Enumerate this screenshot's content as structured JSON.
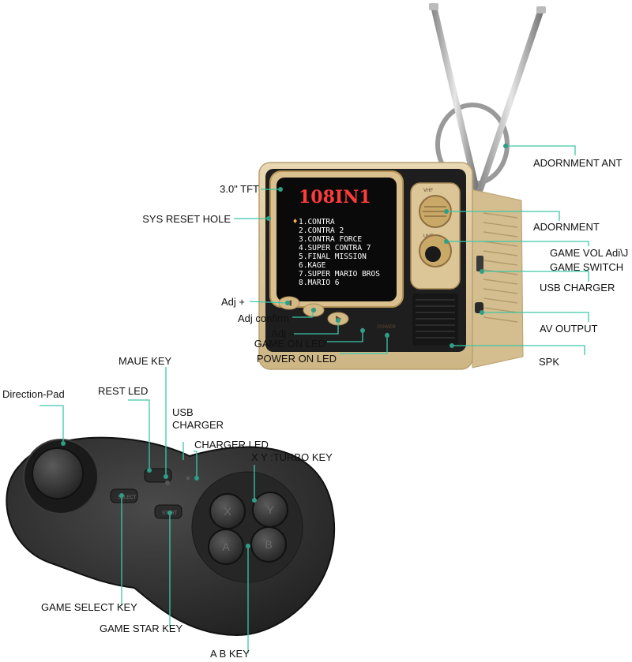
{
  "screen": {
    "title": "108IN1",
    "marker": "♦",
    "games": [
      "1.CONTRA",
      "2.CONTRA 2",
      "3.CONTRA FORCE",
      "4.SUPER CONTRA 7",
      "5.FINAL MISSION",
      "6.KAGE",
      "7.SUPER MARIO BROS",
      "8.MARIO 6"
    ]
  },
  "device_marks": {
    "vhf": "VHF",
    "uhf": "UHF",
    "power": "POWER"
  },
  "pad_marks": {
    "select": "SELECT",
    "start": "START",
    "x": "X",
    "y": "Y",
    "a": "A",
    "b": "B"
  },
  "labels": {
    "tft": "3.0\" TFT",
    "sys_reset": "SYS RESET HOLE",
    "adj_plus": "Adj +",
    "adj_confirm": "Adj confirm",
    "adj_minus": "Adj -",
    "game_on_led": "GAME ON LED",
    "power_on_led": "POWER ON LED",
    "adornment_ant": "ADORNMENT ANT",
    "adornment": "ADORNMENT",
    "game_vol": "GAME VOL Adi\\J",
    "game_switch": "GAME SWITCH",
    "usb_charger_tv": "USB CHARGER",
    "av_output": "AV OUTPUT",
    "spk": "SPK",
    "maue_key": "MAUE KEY",
    "rest_led": "REST LED",
    "usb_charger_line1": "USB",
    "usb_charger_line2": "CHARGER",
    "charger_led": "CHARGER LED",
    "xy_turbo": "X Y :TURBO KEY",
    "direction_pad": "Direction-Pad",
    "game_select": "GAME SELECT KEY",
    "game_star": "GAME STAR KEY",
    "ab_key": "A B KEY"
  },
  "colors": {
    "leader": "#3cc8a8",
    "dot": "#2e9e85",
    "body": "#e0cba2",
    "screen": "#0a0a0a",
    "pad": "#2a2a2a"
  }
}
